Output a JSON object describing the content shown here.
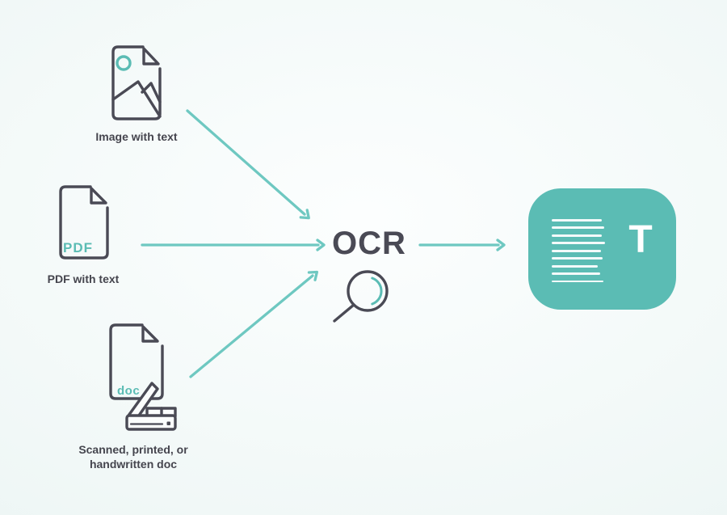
{
  "inputs": [
    {
      "label": "Image with text"
    },
    {
      "label": "PDF with text",
      "icon_text": "PDF"
    },
    {
      "label_line1": "Scanned, printed, or",
      "label_line2": "handwritten doc",
      "icon_text": "doc"
    }
  ],
  "process": {
    "label": "OCR"
  },
  "output": {
    "letter": "T"
  },
  "colors": {
    "teal": "#5bbcb4",
    "arrow": "#6ec8c1",
    "outline": "#4a4a55",
    "text": "#45454e"
  }
}
